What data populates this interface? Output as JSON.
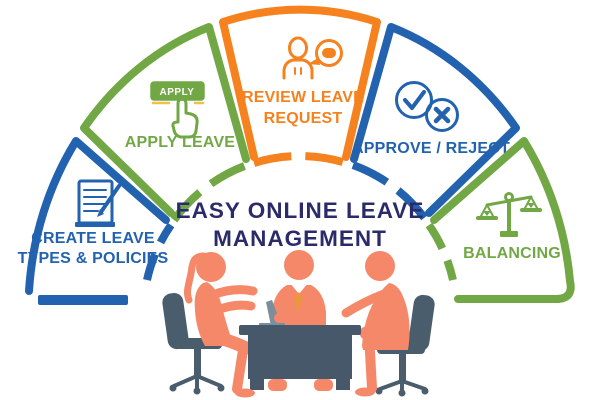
{
  "title": {
    "line1": "EASY ONLINE LEAVE",
    "line2": "MANAGEMENT",
    "color": "#2B2B6B"
  },
  "segments": [
    {
      "label_line1": "CREATE LEAVE",
      "label_line2": "TYPES & POLICIES",
      "color": "#2262AE",
      "icon": "document-pen-icon"
    },
    {
      "label_line1": "APPLY LEAVE",
      "label_line2": "",
      "color": "#71A845",
      "icon": "apply-button-click-icon",
      "button_text": "APPLY"
    },
    {
      "label_line1": "REVIEW LEAVE",
      "label_line2": "REQUEST",
      "color": "#F5821F",
      "icon": "person-speech-bubble-icon"
    },
    {
      "label_line1": "APPROVE / REJECT",
      "label_line2": "",
      "color": "#2262AE",
      "icon": "check-cross-circles-icon"
    },
    {
      "label_line1": "BALANCING",
      "label_line2": "",
      "color": "#71A845",
      "icon": "balance-scale-icon"
    }
  ],
  "illustration": {
    "person_color": "#F6886A",
    "furniture_color": "#4A5D6D",
    "desk_color": "#46586A",
    "laptop_color": "#7C8D9B",
    "tie_color": "#E9983C",
    "collar_color": "#FFFFFF",
    "accent_yellow": "#F0C04A"
  }
}
